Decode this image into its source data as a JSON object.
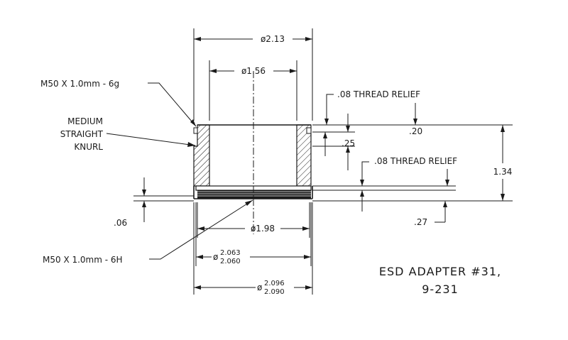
{
  "title": {
    "line1": "ESD ADAPTER #31,",
    "line2": "9-231"
  },
  "callouts": {
    "thread_male": "M50 X 1.0mm - 6g",
    "knurl_line1": "MEDIUM",
    "knurl_line2": "STRAIGHT",
    "knurl_line3": "KNURL",
    "thread_female": "M50 X 1.0mm - 6H",
    "relief_upper": ".08 THREAD RELIEF",
    "relief_lower": ".08 THREAD RELIEF"
  },
  "dimensions": {
    "outer_dia": "ø2.13",
    "bore_dia": "ø1.56",
    "inner_dia": "ø1.98",
    "pilot_dia_prefix": "ø",
    "pilot_dia_max": "2.063",
    "pilot_dia_min": "2.060",
    "base_dia_prefix": "ø",
    "base_dia_max": "2.096",
    "base_dia_min": "2.090",
    "thread_len": ".20",
    "knurl_len": ".25",
    "overall_h": "1.34",
    "lip": ".06",
    "base_h": ".27"
  }
}
